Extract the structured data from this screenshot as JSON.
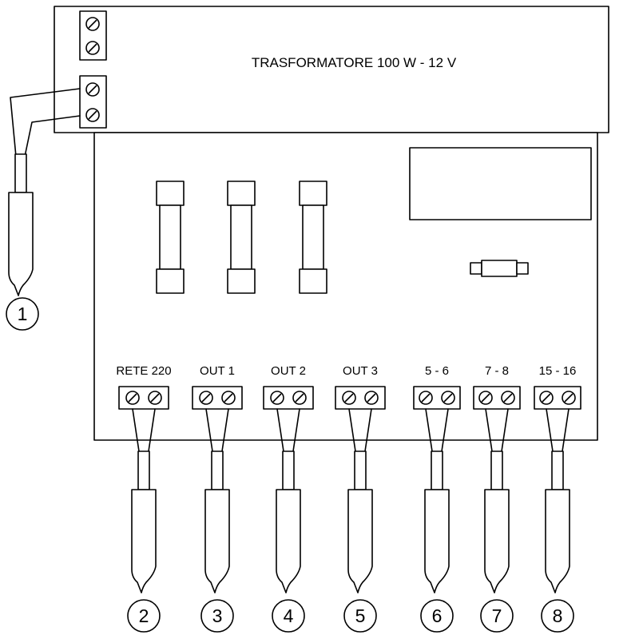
{
  "diagram": {
    "colors": {
      "line": "#000000",
      "background": "#ffffff"
    },
    "transformer": {
      "label": "TRASFORMATORE 100 W - 12 V"
    },
    "terminals": [
      {
        "label": "RETE 220"
      },
      {
        "label": "OUT 1"
      },
      {
        "label": "OUT 2"
      },
      {
        "label": "OUT 3"
      },
      {
        "label": "5 - 6"
      },
      {
        "label": "7 - 8"
      },
      {
        "label": "15 - 16"
      }
    ],
    "callouts": [
      {
        "number": "1"
      },
      {
        "number": "2"
      },
      {
        "number": "3"
      },
      {
        "number": "4"
      },
      {
        "number": "5"
      },
      {
        "number": "6"
      },
      {
        "number": "7"
      },
      {
        "number": "8"
      }
    ]
  }
}
